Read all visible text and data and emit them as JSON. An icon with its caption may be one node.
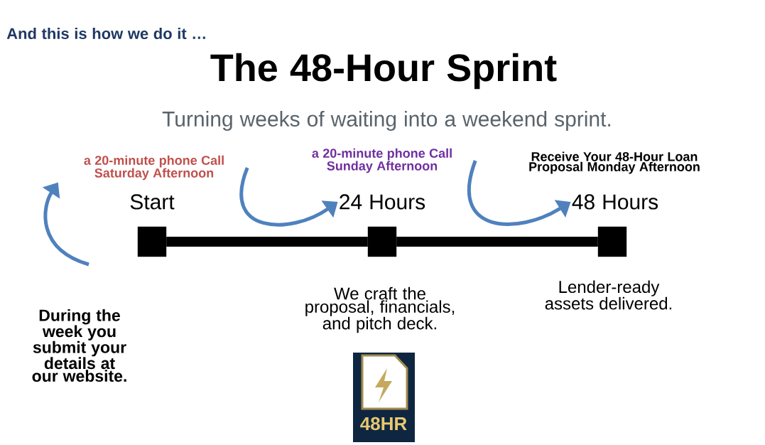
{
  "diagram": {
    "title": "The 48-Hour Sprint",
    "nodes": [
      {
        "text": [],
        "shape": "box"
      },
      {
        "text": [],
        "shape": "box"
      },
      {
        "text": [],
        "shape": "box"
      },
      {
        "text": [
          "Start"
        ]
      },
      {
        "text": [
          "24 Hours"
        ]
      },
      {
        "text": [
          "48 Hours"
        ]
      },
      {
        "text": [
          "During the week you submit your details at our website."
        ]
      },
      {
        "text": [
          "a 20-minute phone Call",
          "Saturday Afternoon"
        ]
      },
      {
        "text": [
          "a 20-minute phone Call",
          "Sunday Afternoon"
        ]
      }
    ],
    "edges": [
      {
        "from": 0,
        "to": 1,
        "arrow": "none",
        "style": "thick",
        "color": "#000000"
      },
      {
        "from": 1,
        "to": 2,
        "arrow": "none",
        "style": "thick",
        "color": "#000000"
      },
      {
        "from": 6,
        "to": 7,
        "arrow": "to"
      },
      {
        "from": 7,
        "to": 4,
        "arrow": "to"
      },
      {
        "from": 8,
        "to": 5,
        "arrow": "to"
      }
    ],
    "labels": [
      "And this is how we do it …",
      "Turning weeks of waiting into a weekend sprint.",
      "Receive Your 48-Hour Loan Proposal Monday Afternoon",
      "We craft the proposal, financials, and pitch deck.",
      "Lender-ready assets delivered.",
      "48HR"
    ]
  }
}
